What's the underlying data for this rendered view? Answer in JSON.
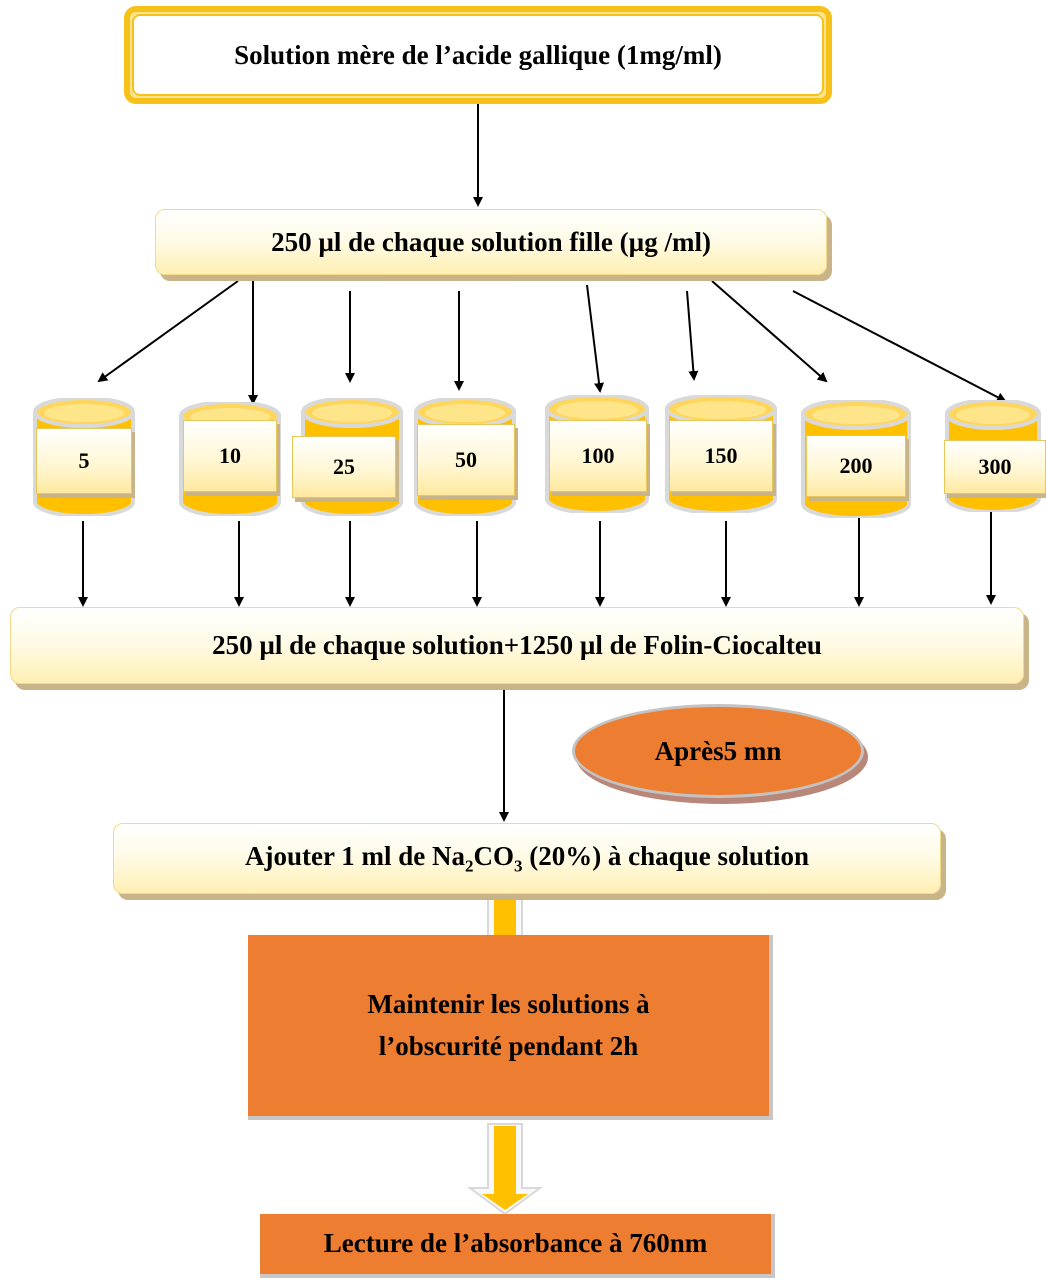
{
  "stock_solution": "Solution mère de l’acide gallique (1mg/ml)",
  "daughter_solutions": "250 µl de chaque solution fille (µg /ml)",
  "concentrations": [
    "5",
    "10",
    "25",
    "50",
    "100",
    "150",
    "200",
    "300"
  ],
  "mix_step": "250 µl de chaque solution+1250 µl de Folin-Ciocalteu",
  "wait_step": "Après5 mn",
  "na2co3_step": {
    "prefix": "Ajouter 1 ml de Na",
    "sub1": "2",
    "mid": "CO",
    "sub2": "3",
    "suffix": " (20%) à chaque solution"
  },
  "dark_step_line1": "Maintenir les solutions à",
  "dark_step_line2": "l’obscurité pendant 2h",
  "read_step": "Lecture de l’absorbance à 760nm",
  "colors": {
    "gold": "#f6c21a",
    "orange": "#ed7d31",
    "cream": "#fff6d0"
  }
}
